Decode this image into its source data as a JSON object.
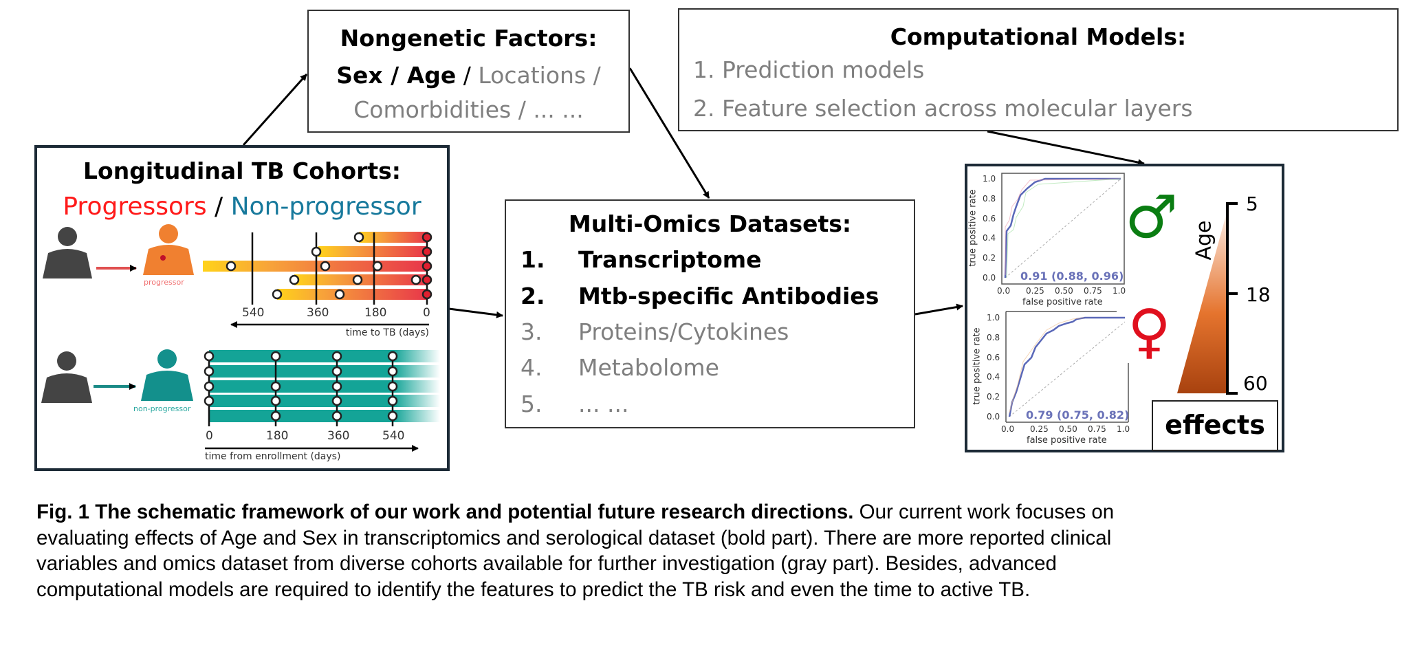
{
  "nongenetic": {
    "title": "Nongenetic Factors:",
    "bold_part": "Sex / Age",
    "sep": " / ",
    "gray_line1": "Locations /",
    "gray_line2": "Comorbidities / ... ..."
  },
  "computational": {
    "title": "Computational Models:",
    "items": [
      "1. Prediction models",
      "2. Feature selection across molecular layers"
    ]
  },
  "cohorts": {
    "title": "Longitudinal TB Cohorts:",
    "progressors": "Progressors",
    "slash": "/",
    "non_progressor": "Non-progressor",
    "progressor_icon_label": "progressor",
    "non_progressor_icon_label": "non-progressor",
    "progressor_ticks": [
      "540",
      "360",
      "180",
      "0"
    ],
    "progressor_axis_label": "time to TB (days)",
    "non_progressor_ticks": [
      "0",
      "180",
      "360",
      "540"
    ],
    "non_progressor_axis_label": "time from enrollment (days)",
    "colors": {
      "progressor": "#ff1a1a",
      "non_progressor": "#17799c",
      "teal_bar": "#14a497"
    }
  },
  "omics": {
    "title": "Multi-Omics Datasets:",
    "items": [
      {
        "num": "1.",
        "label": "Transcriptome"
      },
      {
        "num": "2.",
        "label": "Mtb-specific Antibodies"
      },
      {
        "num": "3.",
        "label": "Proteins/Cytokines"
      },
      {
        "num": "4.",
        "label": "Metabolome"
      },
      {
        "num": "5.",
        "label": "... ..."
      }
    ]
  },
  "effects": {
    "roc_male": {
      "auc_text": "0.91 (0.88, 0.96)"
    },
    "roc_female": {
      "auc_text": "0.79 (0.75, 0.82)"
    },
    "roc_y_label": "true positive rate",
    "roc_x_label": "false positive rate",
    "roc_y_ticks": [
      "0.0",
      "0.2",
      "0.4",
      "0.6",
      "0.8",
      "1.0"
    ],
    "roc_x_ticks": [
      "0.0",
      "0.25",
      "0.50",
      "0.75",
      "1.0"
    ],
    "male_symbol": "♂",
    "female_symbol": "♀",
    "age_label": "Age",
    "age_ticks": [
      "5",
      "18",
      "60"
    ],
    "effects_label": "effects",
    "colors": {
      "male": "#0a7d12",
      "female": "#e0101e",
      "auc": "#6a72b8"
    }
  },
  "caption": {
    "bold": "Fig. 1 The schematic framework of our work and potential future research directions.",
    "line1_rest": " Our current work focuses on",
    "line2": "evaluating effects of Age and Sex in transcriptomics and serological dataset (bold part). There are more reported clinical",
    "line3": "variables and omics dataset from diverse cohorts available for further investigation (gray part). Besides, advanced",
    "line4": "computational models are required to identify the features to predict the TB risk and even the time to active TB."
  }
}
